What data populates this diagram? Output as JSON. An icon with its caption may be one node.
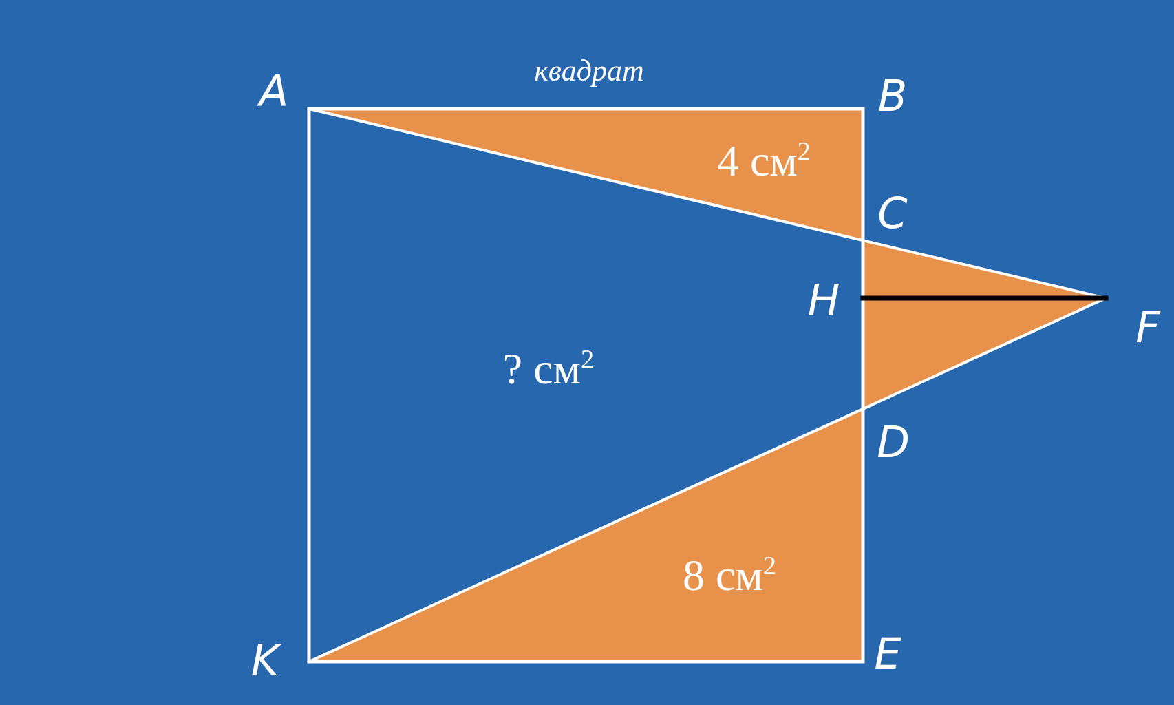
{
  "diagram": {
    "nodes": [
      {
        "text": [
          "4 см$^{2}$"
        ]
      },
      {
        "text": [
          "? см$^{2}$"
        ]
      },
      {
        "text": [],
        "shape": "triangle"
      },
      {
        "text": [
          "8 см$^{2}$"
        ]
      }
    ],
    "labels": [
      "A",
      "квадрат",
      "B",
      "C",
      "H",
      "F",
      "D",
      "K",
      "E"
    ]
  }
}
